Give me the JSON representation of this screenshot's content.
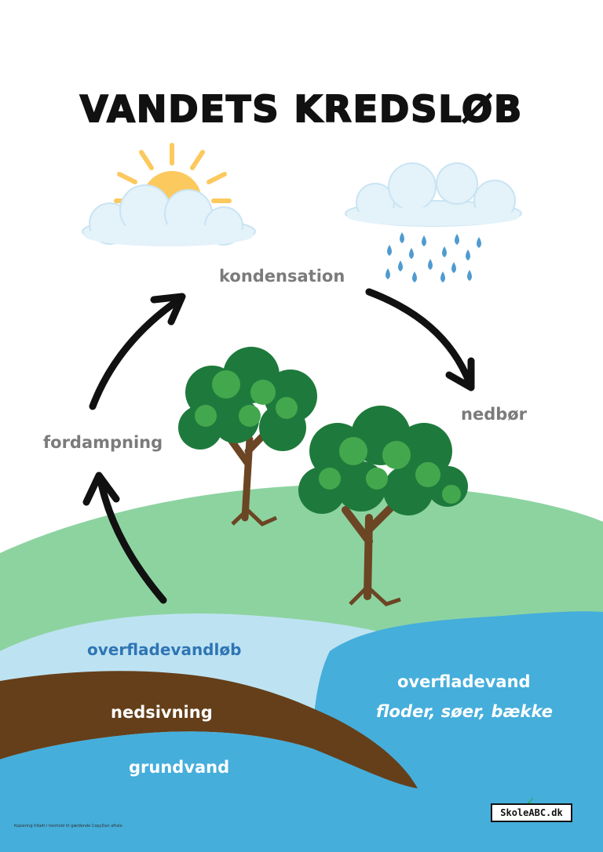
{
  "title": "VANDETS KREDSLØB",
  "labels": {
    "kondensation": "kondensation",
    "nedbor": "nedbør",
    "fordampning": "fordampning",
    "overfladevandlob": "overfladevandløb",
    "overfladevand": "overfladevand",
    "overfladevand_examples": "floder, søer, bække",
    "nedsivning": "nedsivning",
    "grundvand": "grundvand"
  },
  "footer": {
    "copyright_note": "Kopiering tilladt i henhold til gældende CopyDan aftale.",
    "logo_text": "SkoleABC.dk"
  },
  "colors": {
    "hill": "#8dd3a0",
    "surface_runoff": "#bde3f2",
    "water": "#45aedb",
    "soil": "#653f1a",
    "sun": "#fcc95e",
    "cloud": "#e4f2fa",
    "rain": "#4f9bd0",
    "tree_dark": "#1e7a3c",
    "tree_light": "#43a84d",
    "trunk": "#6b4524",
    "arrow": "#111111"
  }
}
